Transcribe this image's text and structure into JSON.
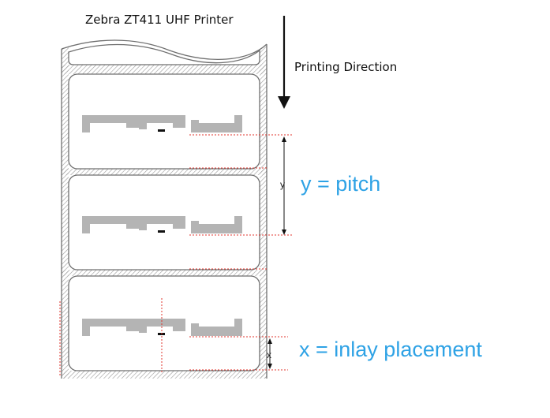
{
  "diagram": {
    "title": "Zebra ZT411 UHF Printer",
    "printing_direction_label": "Printing Direction",
    "pitch_label": "y = pitch",
    "placement_label": "x = inlay placement",
    "y_symbol": "y",
    "x_symbol": "x"
  },
  "colors": {
    "label_stroke": "#6f6f6f",
    "hatch": "#9a9a9a",
    "antenna": "#b4b4b4",
    "chip": "#111111",
    "guide_red": "#e0342c",
    "formula_blue": "#2ea2e5",
    "arrow": "#111111"
  }
}
